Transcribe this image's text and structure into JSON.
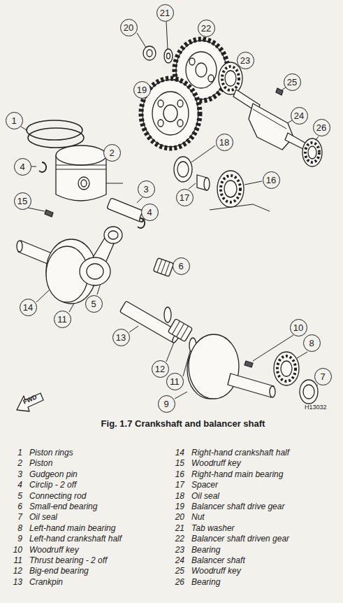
{
  "diagram": {
    "title": "Fig. 1.7 Crankshaft and balancer shaft",
    "nodes": [
      {
        "text": [
          "20"
        ]
      },
      {
        "text": [
          "21"
        ]
      },
      {
        "text": [
          "22"
        ]
      },
      {
        "text": [
          "23"
        ]
      },
      {
        "text": [
          "25"
        ]
      },
      {
        "text": [
          "19"
        ]
      },
      {
        "text": [
          "24"
        ]
      },
      {
        "text": [
          "26"
        ]
      },
      {
        "text": [
          "1"
        ]
      },
      {
        "text": [
          "18"
        ]
      },
      {
        "text": [
          "2"
        ]
      },
      {
        "text": [
          "4"
        ]
      },
      {
        "text": [
          "16"
        ]
      },
      {
        "text": [
          "3"
        ]
      },
      {
        "text": [
          "17"
        ]
      },
      {
        "text": [
          "15"
        ]
      },
      {
        "text": [
          "4"
        ]
      },
      {
        "text": [
          "6"
        ]
      },
      {
        "text": [
          "14"
        ]
      },
      {
        "text": [
          "5"
        ]
      },
      {
        "text": [
          "11"
        ]
      },
      {
        "text": [
          "10"
        ]
      },
      {
        "text": [
          "13"
        ]
      },
      {
        "text": [
          "8"
        ]
      },
      {
        "text": [
          "12"
        ]
      },
      {
        "text": [
          "7"
        ]
      },
      {
        "text": [
          "11"
        ]
      },
      {
        "text": [
          "9"
        ]
      }
    ],
    "labels": [
      "FWD",
      "H13032",
      "1",
      "Piston rings",
      "2",
      "Piston",
      "3",
      "Gudgeon pin",
      "4",
      "Circlip - 2 off",
      "5",
      "Connecting rod",
      "6",
      "Small-end bearing",
      "7",
      "Oil seal",
      "8",
      "Left-hand main bearing",
      "9",
      "Left-hand crankshaft half",
      "10",
      "Woodruff key",
      "11",
      "Thrust bearing - 2 off",
      "12",
      "Big-end bearing",
      "13",
      "Crankpin",
      "14",
      "Right-hand crankshaft half",
      "15",
      "Woodruff key",
      "16",
      "Right-hand main bearing",
      "17",
      "Spacer",
      "18",
      "Oil seal",
      "19",
      "Balancer shaft drive gear",
      "20",
      "Nut",
      "21",
      "Tab washer",
      "22",
      "Balancer shaft driven gear",
      "23",
      "Bearing",
      "24",
      "Balancer shaft",
      "25",
      "Woodruff key",
      "26",
      "Bearing"
    ]
  }
}
